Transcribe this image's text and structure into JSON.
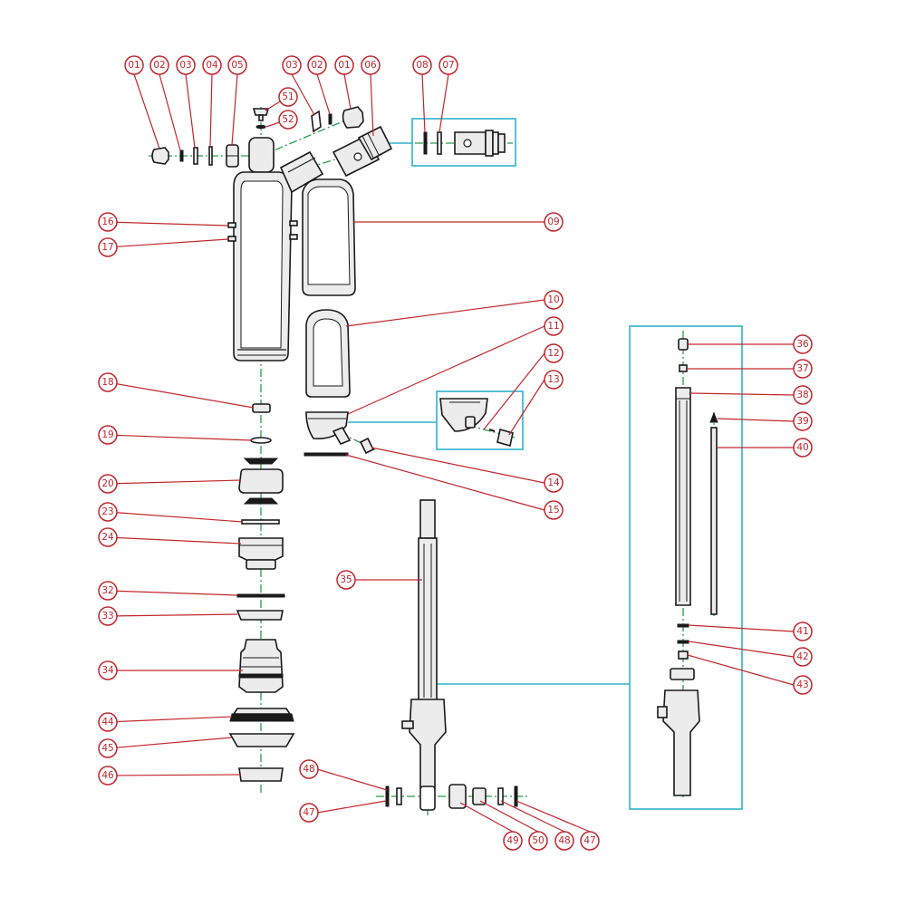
{
  "colors": {
    "callout": "#c0272d",
    "centerline": "#2a9d4a",
    "detail_box": "#2fb2cc",
    "parts_outline": "#1a1a1a",
    "parts_fill": "#ececec"
  },
  "callouts": {
    "c01a": "01",
    "c02a": "02",
    "c03a": "03",
    "c04": "04",
    "c05": "05",
    "c03b": "03",
    "c02b": "02",
    "c01b": "01",
    "c06": "06",
    "c08a": "08",
    "c07": "07",
    "c51": "51",
    "c52": "52",
    "c16": "16",
    "c17": "17",
    "c09": "09",
    "c10": "10",
    "c11": "11",
    "c12": "12",
    "c13": "13",
    "c14": "14",
    "c15": "15",
    "c18": "18",
    "c19": "19",
    "c20": "20",
    "c23": "23",
    "c24": "24",
    "c32": "32",
    "c33": "33",
    "c34": "34",
    "c44": "44",
    "c45": "45",
    "c46": "46",
    "c35": "35",
    "c36": "36",
    "c37": "37",
    "c38": "38",
    "c39": "39",
    "c40": "40",
    "c41": "41",
    "c42": "42",
    "c43": "43",
    "c48a": "48",
    "c47a": "47",
    "c49": "49",
    "c50": "50",
    "c48b": "48",
    "c47b": "47"
  }
}
